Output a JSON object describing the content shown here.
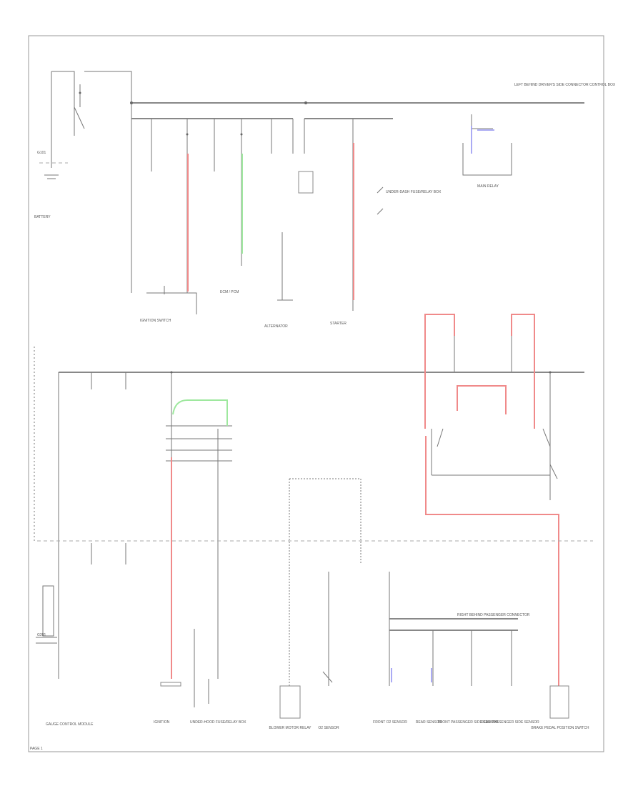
{
  "diagram": {
    "page_id": "PAGE 1",
    "labels": [
      {
        "id": "fuse-box-top-right",
        "text": "LEFT BEHIND DRIVER'S SIDE CONNECTOR CONTROL BOX"
      },
      {
        "id": "battery-block",
        "text": "BATTERY"
      },
      {
        "id": "ground-g1",
        "text": "G101"
      },
      {
        "id": "ignition-switch",
        "text": "IGNITION SWITCH"
      },
      {
        "id": "ecm-pcm",
        "text": "ECM / PCM"
      },
      {
        "id": "starter",
        "text": "STARTER"
      },
      {
        "id": "generator",
        "text": "ALTERNATOR"
      },
      {
        "id": "fuse-relay-box",
        "text": "UNDER-DASH FUSE/RELAY BOX"
      },
      {
        "id": "relay-box-right",
        "text": "MAIN RELAY"
      },
      {
        "id": "ground-g2",
        "text": "G201"
      },
      {
        "id": "gauge-control",
        "text": "GAUGE CONTROL MODULE"
      },
      {
        "id": "ignition-bottom",
        "text": "IGNITION"
      },
      {
        "id": "under-hood-relay",
        "text": "UNDER-HOOD FUSE/RELAY BOX"
      },
      {
        "id": "blower-motor",
        "text": "BLOWER MOTOR RELAY"
      },
      {
        "id": "o2-sensor",
        "text": "O2 SENSOR"
      },
      {
        "id": "front-o2",
        "text": "FRONT O2 SENSOR"
      },
      {
        "id": "rear-sensor",
        "text": "REAR SENSOR"
      },
      {
        "id": "front-passenger",
        "text": "FRONT PASSENGER SIDE SENSOR"
      },
      {
        "id": "rear-passenger",
        "text": "REAR PASSENGER SIDE SENSOR"
      },
      {
        "id": "brake-pedal",
        "text": "BRAKE PEDAL POSITION SWITCH"
      },
      {
        "id": "right-front-connector",
        "text": "RIGHT BEHIND PASSENGER CONNECTOR"
      }
    ]
  }
}
